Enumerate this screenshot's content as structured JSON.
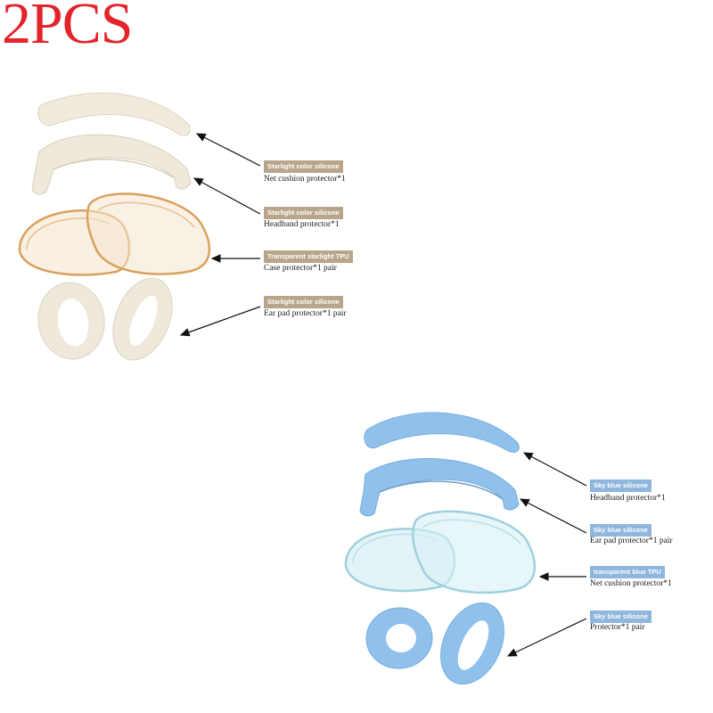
{
  "title": "2PCS",
  "colors": {
    "title_red": "#e3242b",
    "starlight_tag": "#b9a58a",
    "blue_tag": "#8fb6dd",
    "starlight_part": "#efe9dc",
    "blue_part": "#8fc1ec",
    "amber_tpu": "#d9a15e",
    "clear_blue_tpu": "#9fd0dd"
  },
  "starlight_set": {
    "labels": [
      {
        "tag": "Starlight color  silicone",
        "desc": "Net cushion protector*1"
      },
      {
        "tag": "Starlight color  silicone",
        "desc": "Headband protector*1"
      },
      {
        "tag": "Transparent starlight TPU",
        "desc": "Case protector*1 pair"
      },
      {
        "tag": "Starlight color  silicone",
        "desc": "Ear pad protector*1 pair"
      }
    ]
  },
  "sky_blue_set": {
    "labels": [
      {
        "tag": "Sky blue silicone",
        "desc": "Headband protector*1"
      },
      {
        "tag": "Sky blue silicone",
        "desc": "Ear pad protector*1 pair"
      },
      {
        "tag": "transparent blue TPU",
        "desc": "Net cushion protector*1"
      },
      {
        "tag": "Sky blue silicone",
        "desc": "Protector*1 pair"
      }
    ]
  }
}
